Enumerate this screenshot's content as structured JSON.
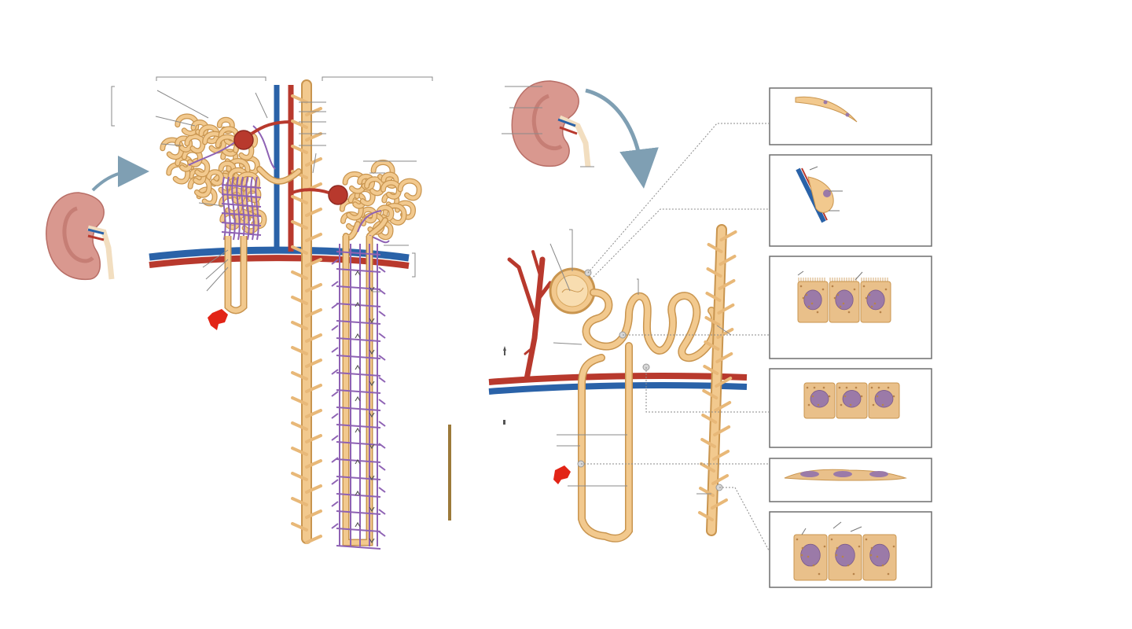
{
  "colors": {
    "tubule": "#f2c98e",
    "tubule_outline": "#c9954f",
    "tubule_light": "#f8ddb0",
    "artery": "#b8392d",
    "artery_dark": "#8e2a22",
    "vein": "#2a62a8",
    "capillary": "#8e62b4",
    "kidney": "#d9988f",
    "kidney_inner": "#b96d64",
    "red_marker": "#e22416",
    "arrow_blue": "#7f9fb3",
    "leader": "#8a8a8a",
    "panel_border": "#6f6f6f",
    "nucleus": "#9b7aa8",
    "scale_bar": "#9c7a3a"
  },
  "icons": {
    "kidney": "kidney-icon",
    "curved_arrow": "curved-arrow-icon",
    "red_marker": "red-star-marker-icon"
  },
  "histology_panels": [
    {
      "id": "squamous-capsule",
      "tissue": "simple-squamous-cell"
    },
    {
      "id": "podocyte",
      "tissue": "podocyte-on-capillary"
    },
    {
      "id": "proximal",
      "tissue": "cuboidal-with-microvilli"
    },
    {
      "id": "distal",
      "tissue": "cuboidal-cells"
    },
    {
      "id": "thin-segment",
      "tissue": "flat-squamous-cells"
    },
    {
      "id": "collecting",
      "tissue": "cuboidal-columnar-cells"
    }
  ]
}
